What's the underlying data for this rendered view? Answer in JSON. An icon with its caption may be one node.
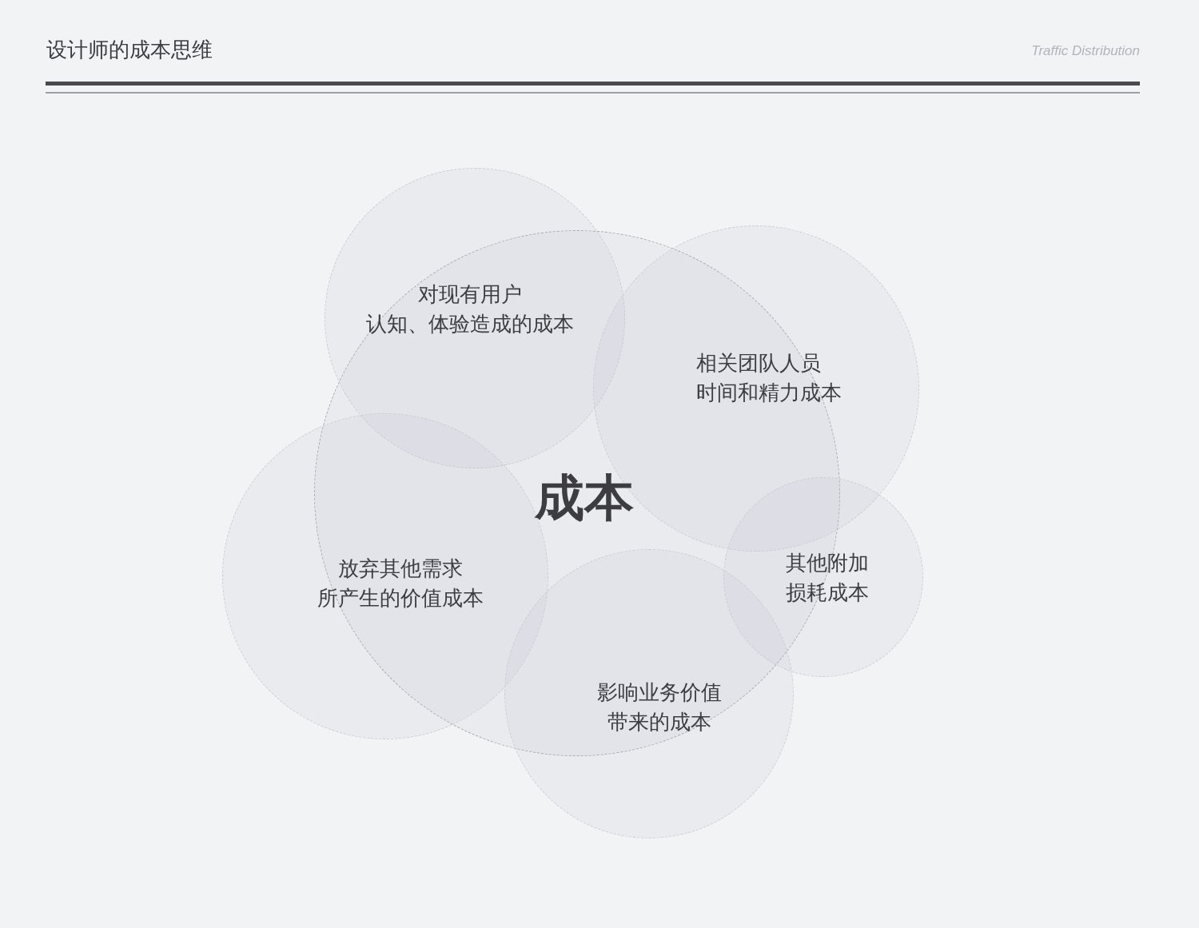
{
  "diagram": {
    "title": "设计师的成本思维",
    "nodes": [
      {
        "text": [
          "成本"
        ]
      },
      {
        "text": [
          "对现有用户认知、体验造成的成本"
        ]
      },
      {
        "text": [
          "相关团队人员时间和精力成本"
        ]
      },
      {
        "text": [
          "其他附加损耗成本"
        ]
      },
      {
        "text": [
          "影响业务价值带来的成本"
        ]
      },
      {
        "text": [
          "放弃其他需求所产生的价值成本"
        ]
      }
    ],
    "labels": [
      "Traffic Distribution"
    ]
  }
}
